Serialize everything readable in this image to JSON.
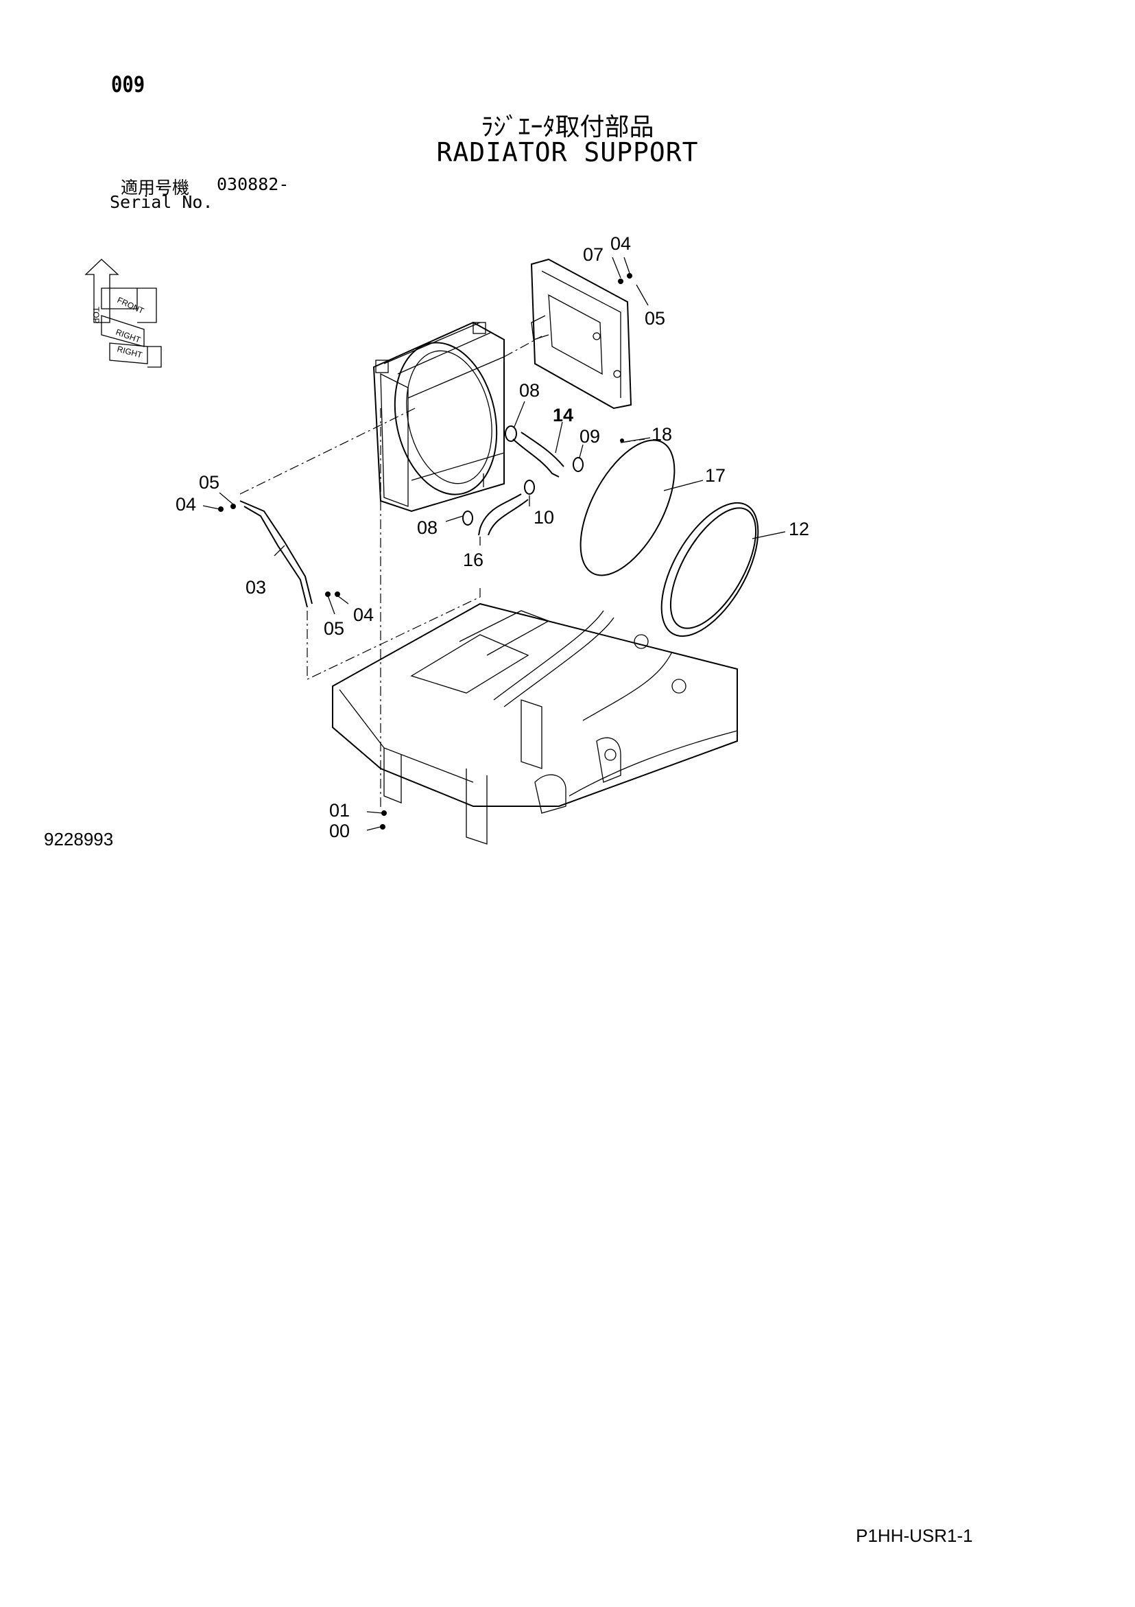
{
  "page": {
    "number": "009",
    "title_jp": "ﾗｼﾞｴｰﾀ取付部品",
    "title_en": "RADIATOR SUPPORT",
    "serial_label_jp": "適用号機",
    "serial_value": "030882-",
    "serial_label_en": "Serial No.",
    "figure_code": "9228993",
    "document_code": "P1HH-USR1-1"
  },
  "orientation_icon": {
    "labels": [
      "TOP",
      "FRONT",
      "RIGHT",
      "RIGHT"
    ]
  },
  "callouts": {
    "c07": "07",
    "c04a": "04",
    "c05a": "05",
    "c08a": "08",
    "c14": "14",
    "c09": "09",
    "c18": "18",
    "c17": "17",
    "c12": "12",
    "c05b": "05",
    "c04b": "04",
    "c08b": "08",
    "c10": "10",
    "c16": "16",
    "c03": "03",
    "c05c": "05",
    "c04c": "04",
    "c01": "01",
    "c00": "00"
  }
}
